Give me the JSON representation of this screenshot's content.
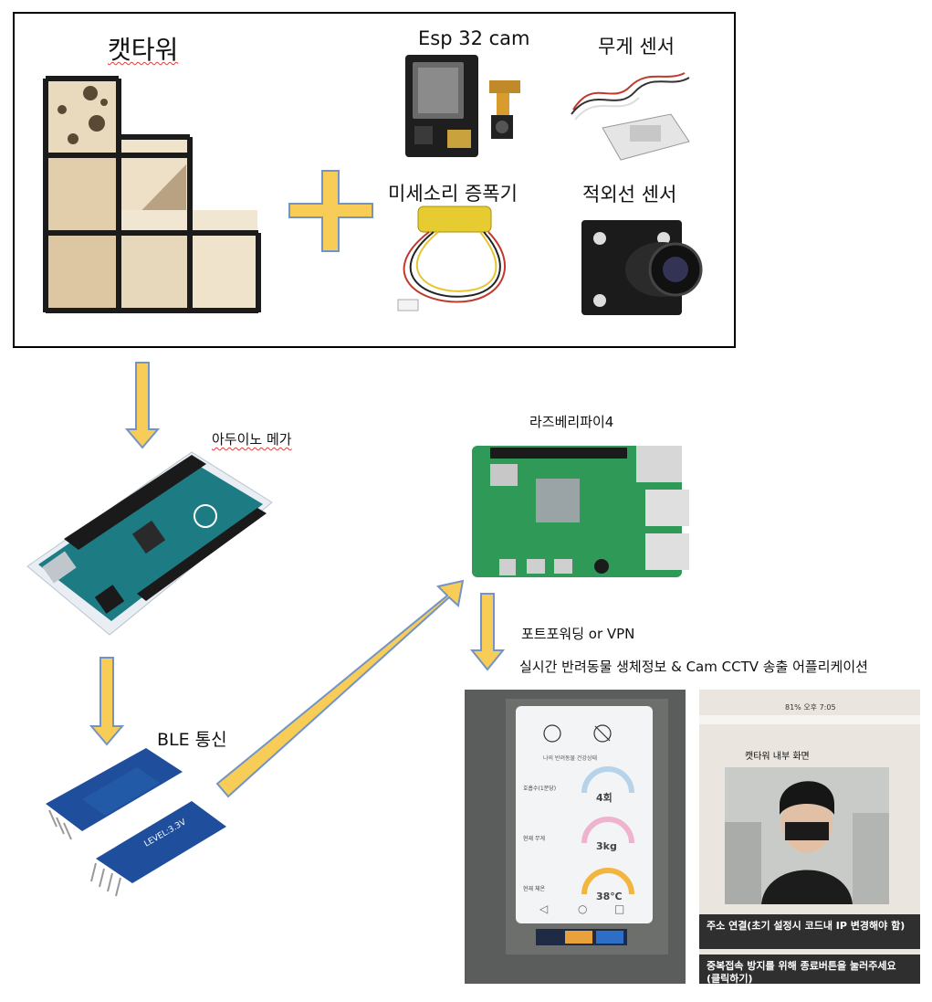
{
  "diagram": {
    "top_box": {
      "cat_tower_label": "캣타워",
      "esp_cam_label": "Esp 32 cam",
      "weight_sensor_label": "무게 센서",
      "mic_amp_label": "미세소리 증폭기",
      "ir_sensor_label": "적외선 센서"
    },
    "arduino_label": "아두이노 메가",
    "ble_label": "BLE 통신",
    "raspberry_label": "라즈베리파이4",
    "port_label": "포트포워딩 or VPN",
    "app_label": "실시간 반려동물 생체정보 & Cam CCTV 송출 어플리케이션",
    "phone_left": {
      "title": "나의 반려동물 건강상태",
      "rows": [
        {
          "label": "호흡수(1분당)",
          "value": "4회"
        },
        {
          "label": "현재 무게",
          "value": "3kg"
        },
        {
          "label": "현재 체온",
          "value": "38℃"
        }
      ]
    },
    "phone_right": {
      "status": "81% 오후 7:05",
      "title": "캣타워 내부 화면",
      "button1": "주소 연결(초기 설정시 코드내 IP 변경해야 함)",
      "button2": "중복접속 방지를 위해 종료버튼을 눌러주세요 (클릭하기)"
    },
    "colors": {
      "arrow_fill": "#f7cd57",
      "arrow_stroke": "#7394c6",
      "pcb_green": "#2f9a57",
      "arduino_teal": "#1d7b84",
      "ble_blue": "#1f4f9c"
    }
  }
}
